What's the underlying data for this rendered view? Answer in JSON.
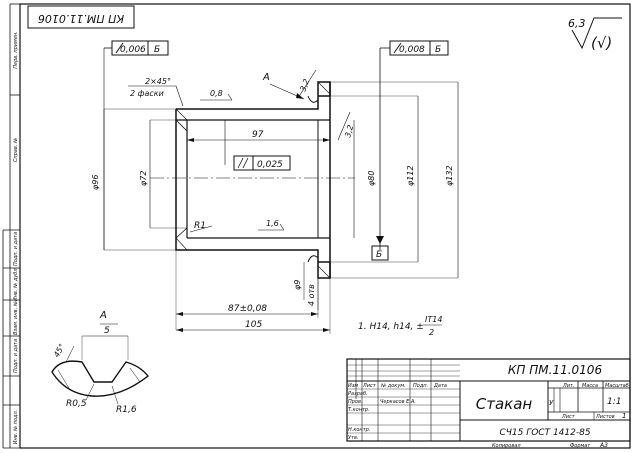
{
  "frame": {
    "side_labels": [
      "Перв. примен.",
      "Справ. №",
      "Подп. и дата",
      "Инв. № дубл.",
      "Взам. инв. №",
      "Подп. и дата",
      "Инв. № подл."
    ]
  },
  "top_code": "КП ПМ.11.0106",
  "roughness": {
    "value": "6,3",
    "bracket": "(√)"
  },
  "tolerances": {
    "runout_left": {
      "value": "0,006",
      "base": "Б"
    },
    "runout_right": {
      "value": "0,008",
      "base": "Б"
    },
    "parallel": {
      "value": "0,025"
    }
  },
  "dims": {
    "chamfer_1": "2×45°",
    "chamfer_2": "2 фаски",
    "r08": "0,8",
    "view_a": "А",
    "r32_top": "3,2",
    "r32_right": "3,2",
    "len_97": "97",
    "dia_96": "φ96",
    "dia_72": "φ72",
    "dia_80": "φ80",
    "dia_112": "φ112",
    "dia_132": "φ132",
    "r1": "R1",
    "r16": "1,6",
    "base_b": "Б",
    "hole_9": "φ9",
    "holes_4": "4 отв",
    "len_87": "87±0,08",
    "len_105": "105"
  },
  "detail": {
    "title": "А",
    "width": "5",
    "angle": "45°",
    "r05": "R0,5",
    "r16": "R1,6"
  },
  "note": {
    "text": "1. H14, h14, ±",
    "frac_top": "IT14",
    "frac_bottom": "2"
  },
  "title_block": {
    "code": "КП ПМ.11.0106",
    "name": "Стакан",
    "material": "СЧ15 ГОСТ 1412-85",
    "col_headers": [
      "Изм",
      "Лист",
      "№ докум.",
      "Подп.",
      "Дата"
    ],
    "rows": [
      "Разраб.",
      "Пров.",
      "Т.контр.",
      "",
      "Н.контр.",
      "Утв."
    ],
    "author": "Черкасов Е.А.",
    "lit_label": "Лит.",
    "mass_label": "Масса",
    "scale_label": "Масштаб",
    "lit_value": "У",
    "scale_value": "1:1",
    "sheet_label": "Лист",
    "sheets_label": "Листов",
    "sheets_value": "1",
    "copied": "Копировал",
    "format_label": "Формат",
    "format_value": "А3"
  }
}
